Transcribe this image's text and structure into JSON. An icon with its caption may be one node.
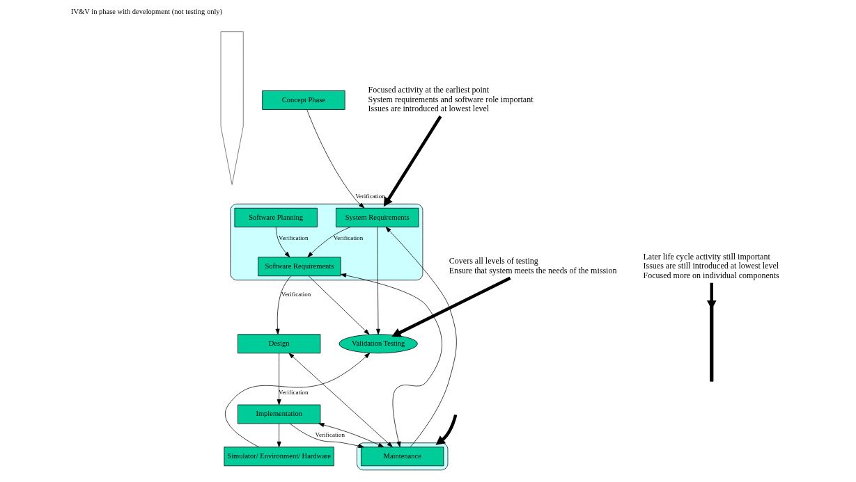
{
  "diagram": {
    "nodes": [
      {
        "text": [],
        "shape": "arrow",
        "beside": [
          "IV&V in phase with development (not testing only)"
        ]
      },
      {
        "text": [
          "Concept Phase"
        ]
      },
      {
        "text": [
          "Focused activity at the earliest point",
          "System requirements and software role important",
          "Issues are introduced at lowest level"
        ]
      },
      {
        "text": [],
        "shape": "ellipse"
      },
      {
        "text": [
          "System Requirements"
        ],
        "in": 3
      },
      {
        "text": [
          "Covers all levels of testing",
          "Ensure that system meets the needs of the mission"
        ]
      },
      {
        "text": [
          "Software Planning"
        ],
        "in": 3
      },
      {
        "text": [
          "Software Requirements"
        ],
        "in": 3
      },
      {
        "text": [
          "Validation Testing"
        ]
      },
      {
        "text": [
          "Design"
        ]
      },
      {
        "text": [],
        "shape": "brace"
      },
      {
        "text": [
          "Implementation"
        ]
      },
      {
        "text": [
          "Simulator/ Environment/ Hardware"
        ]
      },
      {
        "text": [],
        "shape": "ellipse"
      },
      {
        "text": [
          "Maintenance"
        ],
        "in": 13
      },
      {
        "text": [
          "Later life cycle activity still important",
          "Issues are still introduced at lowest level",
          "Focused more on individual components"
        ]
      }
    ],
    "edges": [
      {
        "from": 1,
        "to": 4,
        "arrow": "to",
        "label": "Verification"
      },
      {
        "from": 4,
        "to": 7,
        "arrow": "to",
        "label": "Verification"
      },
      {
        "from": 6,
        "to": 7,
        "arrow": "to",
        "label": "Verification"
      },
      {
        "from": 7,
        "to": 9,
        "arrow": "to",
        "label": "Verification"
      },
      {
        "from": 9,
        "to": 11,
        "arrow": "to",
        "label": "Verification"
      },
      {
        "from": 11,
        "to": 14,
        "arrow": "to",
        "label": "Verification"
      },
      {
        "from": 4,
        "to": 8,
        "arrow": "to"
      },
      {
        "from": 7,
        "to": 8,
        "arrow": "to"
      },
      {
        "from": 11,
        "to": 12,
        "arrow": "to"
      },
      {
        "from": 12,
        "to": 8,
        "arrow": "to"
      },
      {
        "from": 14,
        "to": 4,
        "arrow": "to"
      },
      {
        "from": 14,
        "to": 7,
        "arrow": "both"
      },
      {
        "from": 14,
        "to": 9,
        "arrow": "both"
      },
      {
        "from": 14,
        "to": 11,
        "arrow": "both"
      },
      {
        "from": 2,
        "to": 3,
        "arrow": "to",
        "style": "thick"
      },
      {
        "from": 5,
        "to": 8,
        "arrow": "to",
        "style": "thick"
      },
      {
        "from": 15,
        "to": 10,
        "arrow": "to",
        "style": "thick"
      },
      {
        "from": null,
        "to": 13,
        "arrow": "to",
        "style": "thick"
      }
    ]
  }
}
